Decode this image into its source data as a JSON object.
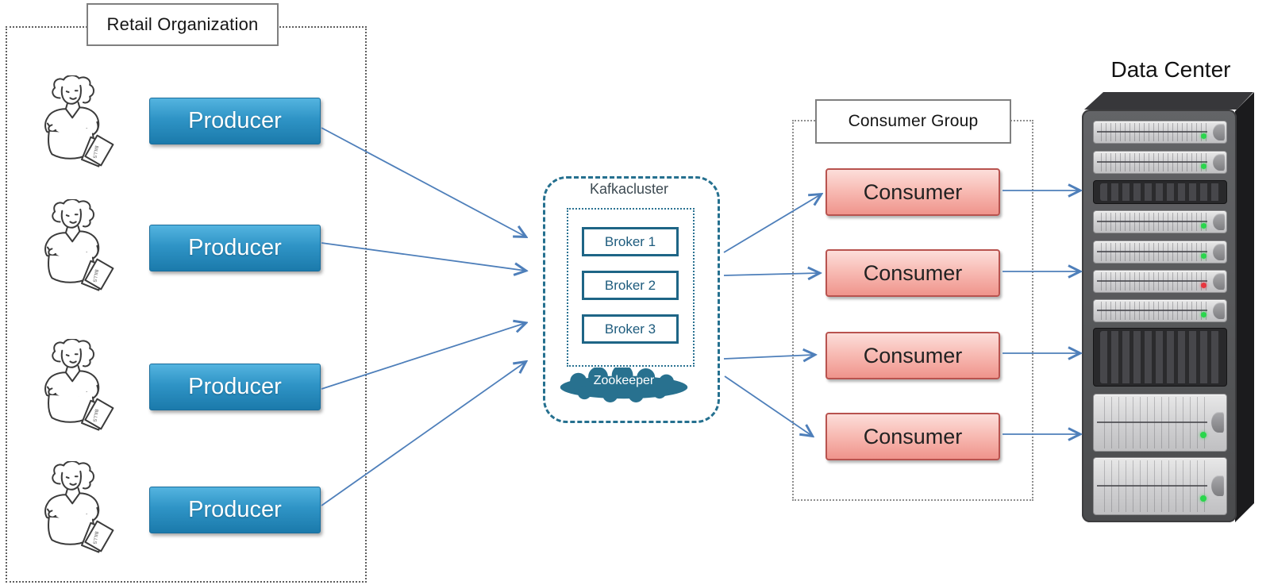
{
  "diagram": {
    "retail_org": {
      "title": "Retail Organization",
      "producers": [
        "Producer",
        "Producer",
        "Producer",
        "Producer"
      ],
      "person_figures": [
        "woman-with-bills",
        "woman-with-bills",
        "woman-with-bills",
        "woman-with-bills"
      ]
    },
    "kafka_cluster": {
      "title": "Kafkacluster",
      "brokers": [
        "Broker 1",
        "Broker 2",
        "Broker 3"
      ],
      "zookeeper": "Zookeeper"
    },
    "consumer_group": {
      "title": "Consumer Group",
      "consumers": [
        "Consumer",
        "Consumer",
        "Consumer",
        "Consumer"
      ]
    },
    "data_center": {
      "title": "Data Center",
      "rack_units": [
        {
          "size": "thin",
          "tone": "light",
          "led": "green"
        },
        {
          "size": "thin",
          "tone": "light",
          "led": "green"
        },
        {
          "size": "thin",
          "tone": "dark",
          "led": "none"
        },
        {
          "size": "thin",
          "tone": "light",
          "led": "green"
        },
        {
          "size": "thin",
          "tone": "light",
          "led": "green"
        },
        {
          "size": "thin",
          "tone": "light",
          "led": "red"
        },
        {
          "size": "thin",
          "tone": "light",
          "led": "green"
        },
        {
          "size": "tall",
          "tone": "dark",
          "led": "none"
        },
        {
          "size": "tall",
          "tone": "light",
          "led": "green"
        },
        {
          "size": "tall",
          "tone": "light",
          "led": "green"
        }
      ]
    },
    "colors": {
      "arrow": "#4e7fba",
      "producer_top": "#54b4e0",
      "producer_bottom": "#1b7aab",
      "consumer_top": "#fcdeda",
      "consumer_bottom": "#ef948c",
      "consumer_border": "#b8534f",
      "teal": "#25708f",
      "led_green": "#2ad64c",
      "led_red": "#e8353e"
    }
  }
}
